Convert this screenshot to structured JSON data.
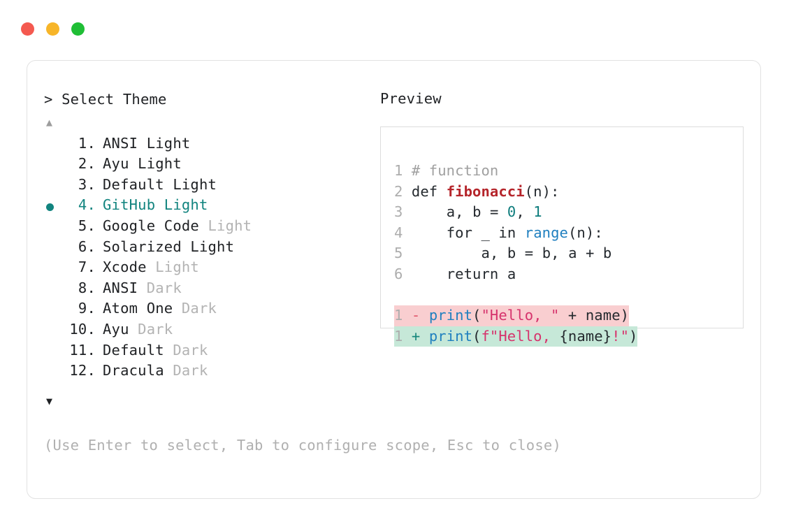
{
  "window": {
    "traffic_lights": [
      {
        "name": "close-button",
        "color": "#f4594f"
      },
      {
        "name": "minimize-button",
        "color": "#f7b529"
      },
      {
        "name": "maximize-button",
        "color": "#1fbe35"
      }
    ]
  },
  "picker": {
    "prompt": "> Select Theme",
    "scroll_up_arrow": "▲",
    "scroll_down_arrow": "▼",
    "selected_index": 4,
    "selected_bullet": "●",
    "items": [
      {
        "num": "1.",
        "name": "ANSI Light",
        "variant": "",
        "selected": false
      },
      {
        "num": "2.",
        "name": "Ayu Light",
        "variant": "",
        "selected": false
      },
      {
        "num": "3.",
        "name": "Default Light",
        "variant": "",
        "selected": false
      },
      {
        "num": "4.",
        "name": "GitHub Light",
        "variant": "",
        "selected": true
      },
      {
        "num": "5.",
        "name": "Google Code",
        "variant": "Light",
        "selected": false
      },
      {
        "num": "6.",
        "name": "Solarized Light",
        "variant": "",
        "selected": false
      },
      {
        "num": "7.",
        "name": "Xcode",
        "variant": "Light",
        "selected": false
      },
      {
        "num": "8.",
        "name": "ANSI",
        "variant": "Dark",
        "selected": false
      },
      {
        "num": "9.",
        "name": "Atom One",
        "variant": "Dark",
        "selected": false
      },
      {
        "num": "10.",
        "name": "Ayu",
        "variant": "Dark",
        "selected": false
      },
      {
        "num": "11.",
        "name": "Default",
        "variant": "Dark",
        "selected": false
      },
      {
        "num": "12.",
        "name": "Dracula",
        "variant": "Dark",
        "selected": false
      }
    ],
    "hint": "(Use Enter to select, Tab to configure scope, Esc to close)"
  },
  "preview": {
    "label": "Preview",
    "code_lines": [
      {
        "ln": "1",
        "text": "# function"
      },
      {
        "ln": "2",
        "text": "def fibonacci(n):"
      },
      {
        "ln": "3",
        "text": "    a, b = 0, 1"
      },
      {
        "ln": "4",
        "text": "    for _ in range(n):"
      },
      {
        "ln": "5",
        "text": "        a, b = b, a + b"
      },
      {
        "ln": "6",
        "text": "    return a"
      }
    ],
    "diff_lines": [
      {
        "ln": "1",
        "sign": "-",
        "text": "print(\"Hello, \" + name)",
        "kind": "delete"
      },
      {
        "ln": "1",
        "sign": "+",
        "text": "print(f\"Hello, {name}!\")",
        "kind": "add"
      }
    ]
  },
  "colors": {
    "accent_teal": "#12847f",
    "muted_gray": "#b3b3b3",
    "text": "#1f2124",
    "border": "#e2e2e2",
    "diff_delete_bg": "#f9ced0",
    "diff_add_bg": "#c6e8d8",
    "syntax_function": "#b5252b",
    "syntax_number": "#0d7c7c",
    "syntax_builtin": "#1f7fbf",
    "syntax_string": "#d6336c",
    "syntax_comment": "#a0a0a0"
  }
}
